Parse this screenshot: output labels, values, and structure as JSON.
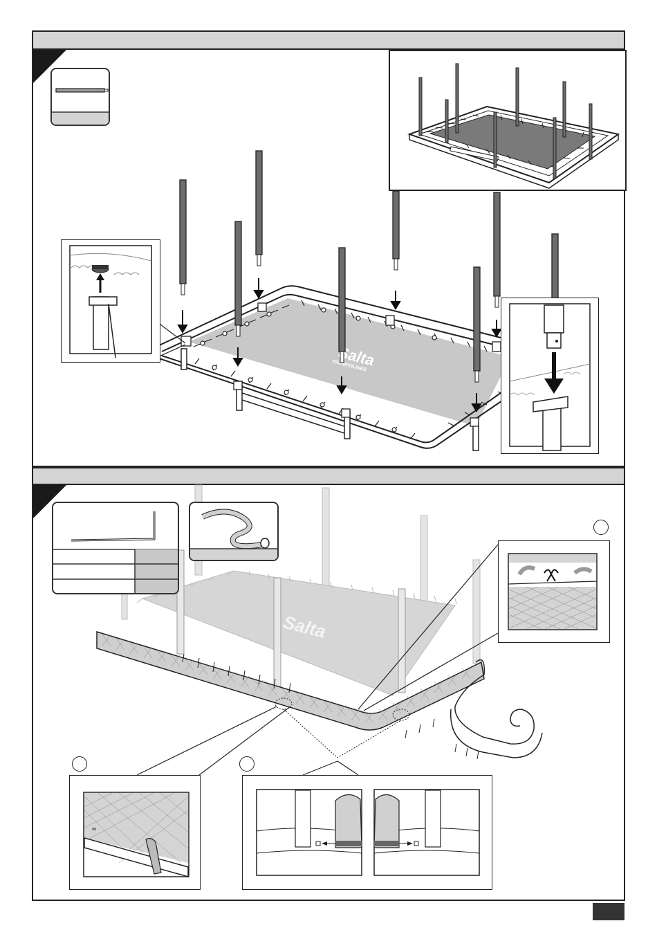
{
  "brand": {
    "logo_text": "Salta",
    "logo_subtext": "TRAMPOLINES"
  },
  "colors": {
    "mat": "#c8c8c8",
    "pole": "#6e6e6e",
    "header_bar": "#d4d4d4",
    "outline": "#222222"
  },
  "steps": [
    {
      "id": "step-poles",
      "icons": [
        "pole-part-icon",
        "foam-cap-icon",
        "arrow-down-icon"
      ]
    },
    {
      "id": "step-padding",
      "icons": [
        "rod-part-icon",
        "padding-roll-icon",
        "tie-knot-icon"
      ]
    }
  ]
}
